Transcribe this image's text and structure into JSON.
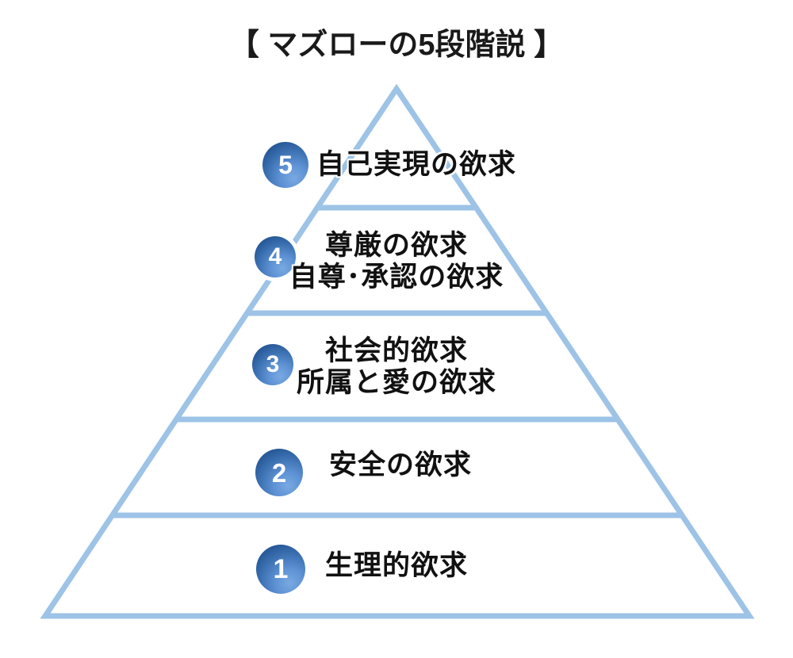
{
  "title": "【 マズローの5段階説 】",
  "colors": {
    "pyramid_line": "#9DC3E6",
    "badge_gradient_dark": "#16407A",
    "badge_gradient_mid": "#3A6FB0",
    "badge_gradient_light": "#79A9E2",
    "label_text": "#111111",
    "badge_number_text": "#FFFFFF",
    "background": "#FFFFFF"
  },
  "pyramid": {
    "type": "hierarchy-pyramid",
    "level_count": 5,
    "levels": [
      {
        "number": "5",
        "line1": "自己実現の欲求",
        "line2": ""
      },
      {
        "number": "4",
        "line1": "尊厳の欲求",
        "line2": "自尊･承認の欲求"
      },
      {
        "number": "3",
        "line1": "社会的欲求",
        "line2": "所属と愛の欲求"
      },
      {
        "number": "2",
        "line1": "安全の欲求",
        "line2": ""
      },
      {
        "number": "1",
        "line1": "生理的欲求",
        "line2": ""
      }
    ]
  }
}
